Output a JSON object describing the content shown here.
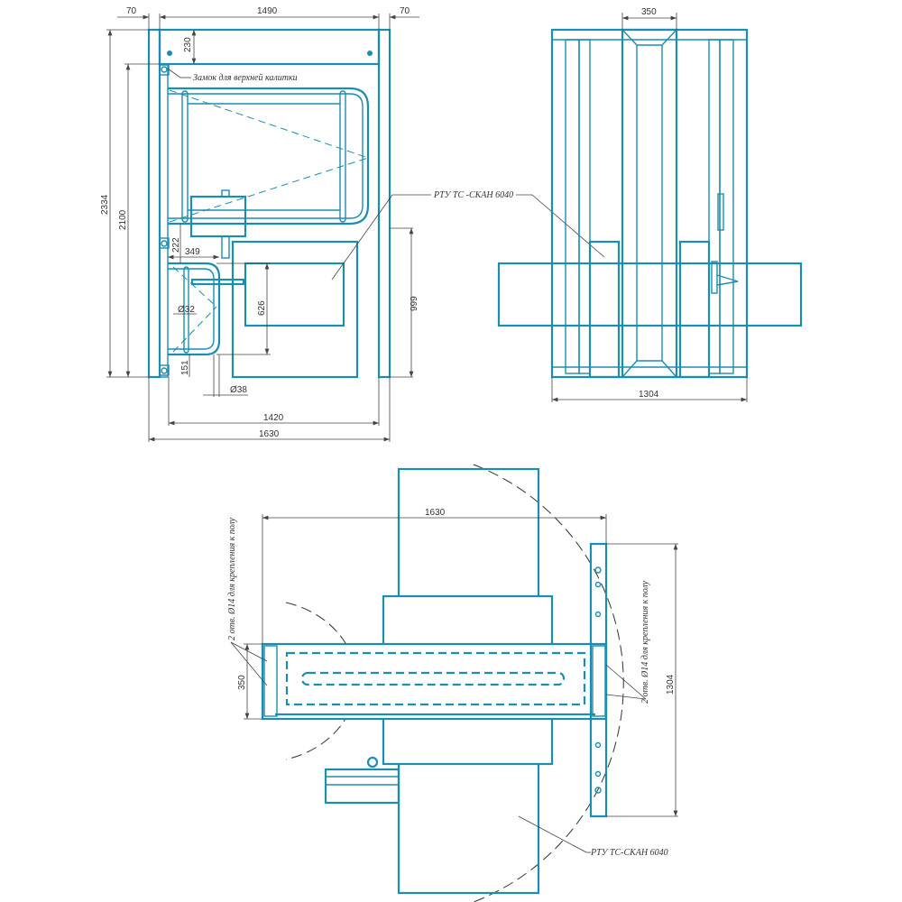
{
  "front_view": {
    "dims": {
      "left_post": "70",
      "span": "1490",
      "right_post": "70",
      "beam_height": "230",
      "total_height": "2334",
      "gate_height": "2100",
      "gap": "222",
      "lower_gate_width": "349",
      "pipe_diameter": "Ø32",
      "cabinet_inner_height": "626",
      "cabinet_height": "999",
      "bottom_gap": "151",
      "post_diameter": "Ø38",
      "inner_width": "1420",
      "total_width": "1630"
    },
    "lock_note": "Замок для верхней калитки",
    "scanner_note": "РТУ ТС -СКАН 6040"
  },
  "side_view": {
    "dims": {
      "column_width": "350",
      "total_width": "1304"
    }
  },
  "plan_view": {
    "dims": {
      "total_width": "1630",
      "depth": "350",
      "plate_length": "1304"
    },
    "anchor_note_left": "2 отв. Ø14 для крепления к полу",
    "anchor_note_right": "2 отв. Ø14 для крепления к полу",
    "scanner_note": "РТУ ТС-СКАН 6040"
  },
  "colors": {
    "line": "#1b8db0",
    "dimension": "#444444"
  }
}
